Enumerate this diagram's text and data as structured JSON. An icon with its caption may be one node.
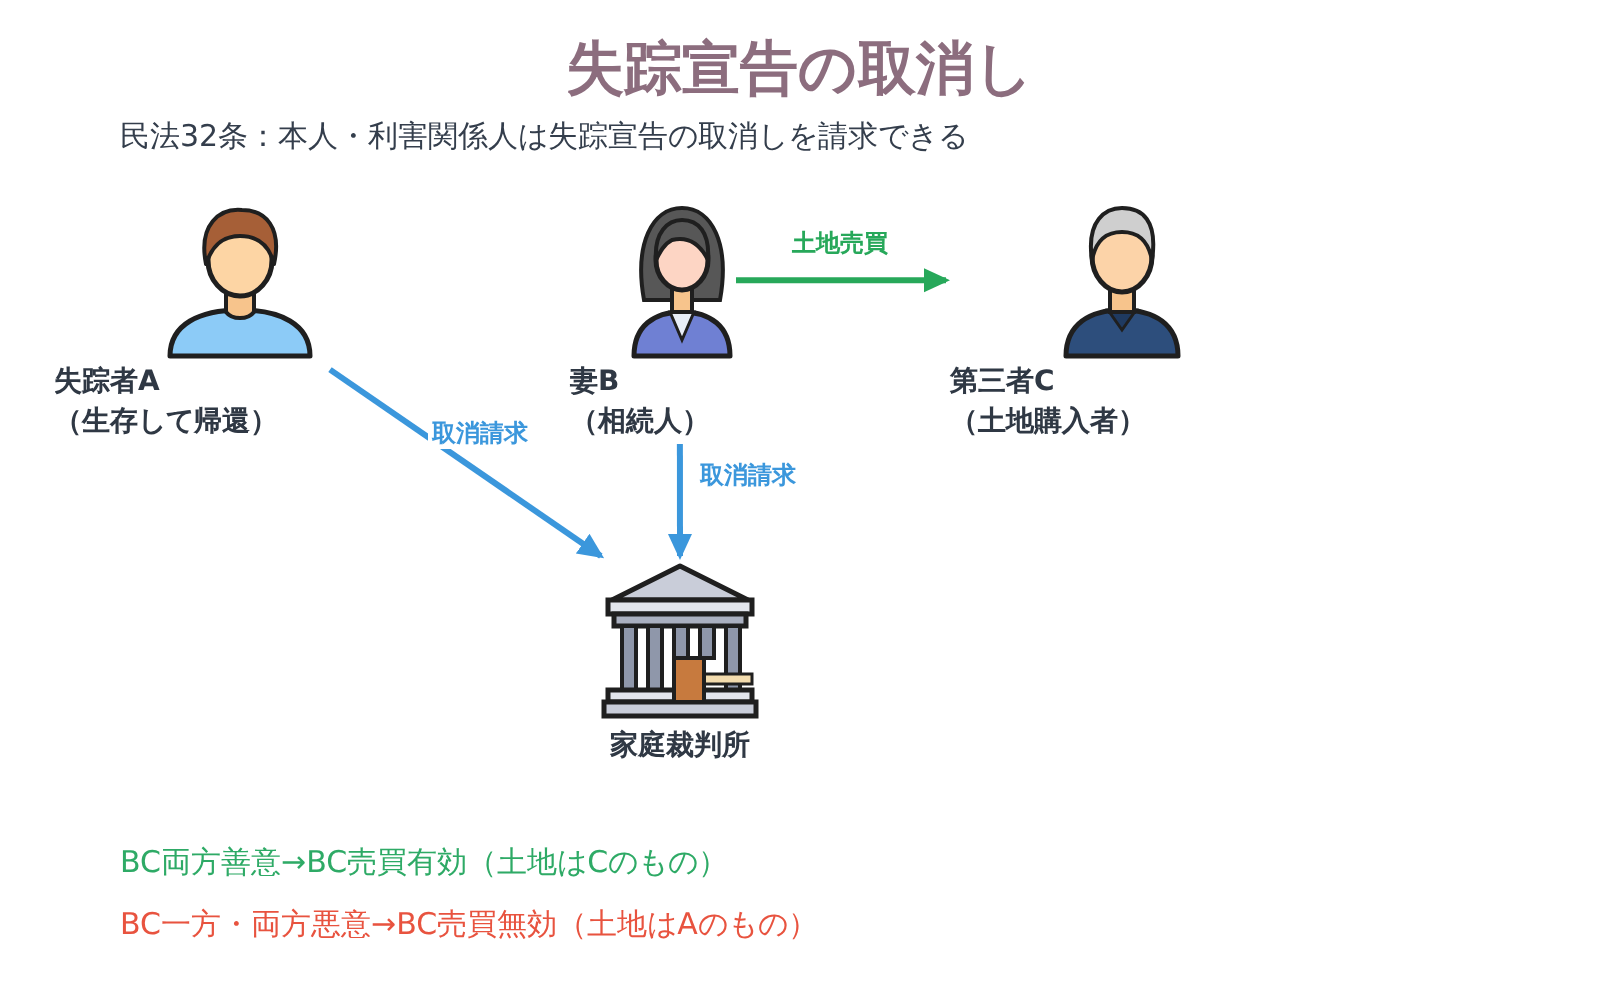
{
  "diagram": {
    "title": "失踪宣告の取消し",
    "nodes": [
      {
        "text": [
          "失踪者A",
          "（生存して帰還）"
        ]
      },
      {
        "text": [
          "妻B",
          "（相続人）"
        ]
      },
      {
        "text": [
          "第三者C",
          "（土地購入者）"
        ]
      },
      {
        "text": [
          "家庭裁判所"
        ]
      }
    ],
    "edges": [
      {
        "from": 0,
        "to": 3,
        "arrow": "to",
        "label": "取消請求"
      },
      {
        "from": 1,
        "to": 3,
        "arrow": "to",
        "label": "取消請求"
      },
      {
        "from": 1,
        "to": 2,
        "arrow": "to",
        "label": "土地売買",
        "color": "#27a85a"
      }
    ],
    "labels": [
      "民法32条：本人・利害関係人は失踪宣告の取消しを請求できる",
      "BC両方善意→BC売買有効（土地はCのもの）",
      "BC一方・両方悪意→BC売買無効（土地はAのもの）"
    ]
  }
}
